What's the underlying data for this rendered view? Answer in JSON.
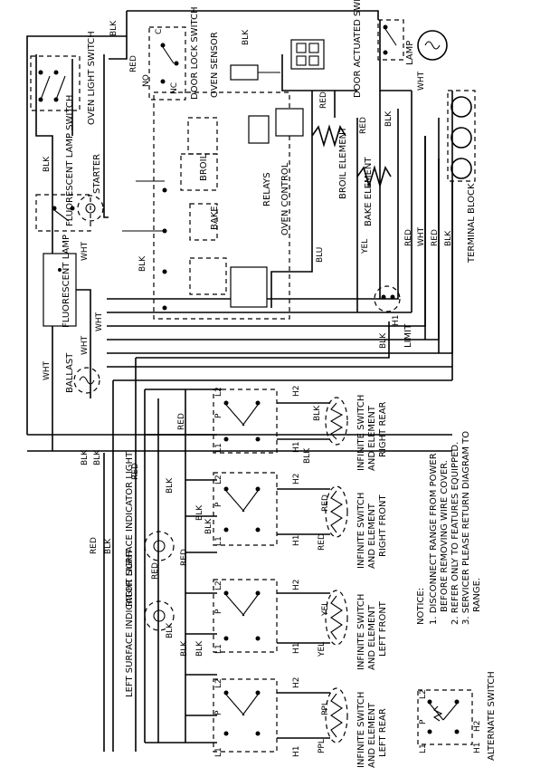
{
  "diagram": {
    "wires": {
      "blk": "BLK",
      "red": "RED",
      "wht": "WHT",
      "blu": "BLU",
      "yel": "YEL",
      "ppl": "PPL"
    },
    "terminals": {
      "l1": "L1",
      "l2": "L2",
      "h1": "H1",
      "h2": "H2",
      "p": "P",
      "c": "C",
      "no": "NO",
      "nc": "NC"
    },
    "components": {
      "oven_light_switch": "OVEN LIGHT SWITCH",
      "fluorescent_lamp_switch": "FLUORESCENT LAMP SWITCH",
      "starter": "STARTER",
      "fluorescent_lamp": "FLUORESCENT LAMP",
      "ballast": "BALLAST",
      "door_lock_switch": "DOOR LOCK SWITCH",
      "oven_sensor": "OVEN SENSOR",
      "door_actuated_switch": "DOOR ACTUATED SWITCH",
      "lamp": "LAMP",
      "relays": "RELAYS",
      "oven_control": "OVEN CONTROL",
      "broil": "BROIL",
      "bake": "BAKE",
      "broil_element": "BROIL ELEMENT",
      "bake_element": "BAKE ELEMENT",
      "limit": "LIMIT",
      "terminal_block": "TERMINAL BLOCK",
      "left_surface_indicator_light": "LEFT SURFACE INDICATOR LIGHT",
      "right_surface_indicator_light": "RIGHT SURFACE INDICATOR LIGHT",
      "infinite_switch": "INFINITE SWITCH",
      "and_element": "AND ELEMENT",
      "left_rear": "LEFT REAR",
      "left_front": "LEFT FRONT",
      "right_front": "RIGHT FRONT",
      "right_rear": "RIGHT REAR",
      "alternate_switch": "ALTERNATE SWITCH"
    },
    "notice": {
      "title": "NOTICE:",
      "line1": "1. DISCONNECT RANGE FROM POWER",
      "line1b": "BEFORE REMOVING WIRE COVER.",
      "line2": "2. REFER ONLY TO FEATURES EQUIPPED.",
      "line3": "3. SERVICER PLEASE RETURN DIAGRAM TO",
      "line3b": "RANGE."
    }
  }
}
